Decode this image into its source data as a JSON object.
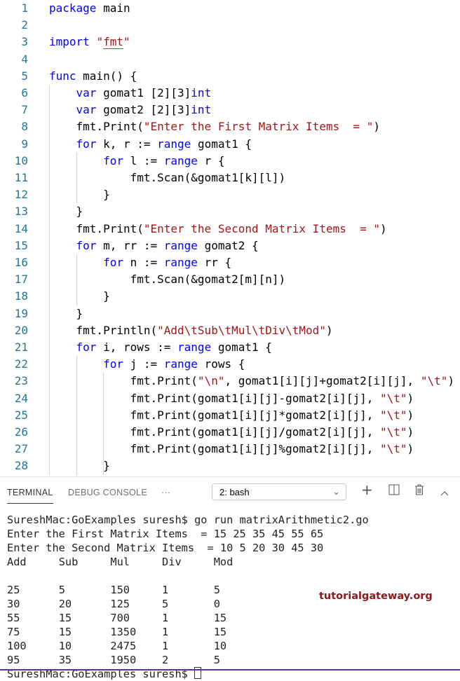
{
  "editor": {
    "lines": [
      [
        [
          "kw",
          "package"
        ],
        [
          "p",
          " main"
        ]
      ],
      [],
      [
        [
          "kw",
          "import"
        ],
        [
          "p",
          " "
        ],
        [
          "str",
          "\""
        ],
        [
          "err",
          "fmt"
        ],
        [
          "str",
          "\""
        ]
      ],
      [],
      [
        [
          "kw",
          "func"
        ],
        [
          "p",
          " main() {"
        ]
      ],
      [
        [
          "p",
          "    "
        ],
        [
          "kw",
          "var"
        ],
        [
          "p",
          " gomat1 [2][3]"
        ],
        [
          "kw",
          "int"
        ]
      ],
      [
        [
          "p",
          "    "
        ],
        [
          "kw",
          "var"
        ],
        [
          "p",
          " gomat2 [2][3]"
        ],
        [
          "kw",
          "int"
        ]
      ],
      [
        [
          "p",
          "    fmt.Print("
        ],
        [
          "str",
          "\"Enter the First Matrix Items  = \""
        ],
        [
          "p",
          ")"
        ]
      ],
      [
        [
          "p",
          "    "
        ],
        [
          "kw",
          "for"
        ],
        [
          "p",
          " k, r := "
        ],
        [
          "kw",
          "range"
        ],
        [
          "p",
          " gomat1 {"
        ]
      ],
      [
        [
          "p",
          "        "
        ],
        [
          "kw",
          "for"
        ],
        [
          "p",
          " l := "
        ],
        [
          "kw",
          "range"
        ],
        [
          "p",
          " r {"
        ]
      ],
      [
        [
          "p",
          "            fmt.Scan(&gomat1[k][l])"
        ]
      ],
      [
        [
          "p",
          "        }"
        ]
      ],
      [
        [
          "p",
          "    }"
        ]
      ],
      [
        [
          "p",
          "    fmt.Print("
        ],
        [
          "str",
          "\"Enter the Second Matrix Items  = \""
        ],
        [
          "p",
          ")"
        ]
      ],
      [
        [
          "p",
          "    "
        ],
        [
          "kw",
          "for"
        ],
        [
          "p",
          " m, rr := "
        ],
        [
          "kw",
          "range"
        ],
        [
          "p",
          " gomat2 {"
        ]
      ],
      [
        [
          "p",
          "        "
        ],
        [
          "kw",
          "for"
        ],
        [
          "p",
          " n := "
        ],
        [
          "kw",
          "range"
        ],
        [
          "p",
          " rr {"
        ]
      ],
      [
        [
          "p",
          "            fmt.Scan(&gomat2[m][n])"
        ]
      ],
      [
        [
          "p",
          "        }"
        ]
      ],
      [
        [
          "p",
          "    }"
        ]
      ],
      [
        [
          "p",
          "    fmt.Println("
        ],
        [
          "str",
          "\"Add\\tSub\\tMul\\tDiv\\tMod\""
        ],
        [
          "p",
          ")"
        ]
      ],
      [
        [
          "p",
          "    "
        ],
        [
          "kw",
          "for"
        ],
        [
          "p",
          " i, rows := "
        ],
        [
          "kw",
          "range"
        ],
        [
          "p",
          " gomat1 {"
        ]
      ],
      [
        [
          "p",
          "        "
        ],
        [
          "kw",
          "for"
        ],
        [
          "p",
          " j := "
        ],
        [
          "kw",
          "range"
        ],
        [
          "p",
          " rows {"
        ]
      ],
      [
        [
          "p",
          "            fmt.Print("
        ],
        [
          "str",
          "\"\\n\""
        ],
        [
          "p",
          ", gomat1[i][j]+gomat2[i][j], "
        ],
        [
          "str",
          "\"\\t\""
        ],
        [
          "p",
          ")"
        ]
      ],
      [
        [
          "p",
          "            fmt.Print(gomat1[i][j]-gomat2[i][j], "
        ],
        [
          "str",
          "\"\\t\""
        ],
        [
          "p",
          ")"
        ]
      ],
      [
        [
          "p",
          "            fmt.Print(gomat1[i][j]*gomat2[i][j], "
        ],
        [
          "str",
          "\"\\t\""
        ],
        [
          "p",
          ")"
        ]
      ],
      [
        [
          "p",
          "            fmt.Print(gomat1[i][j]/gomat2[i][j], "
        ],
        [
          "str",
          "\"\\t\""
        ],
        [
          "p",
          ")"
        ]
      ],
      [
        [
          "p",
          "            fmt.Print(gomat1[i][j]%gomat2[i][j], "
        ],
        [
          "str",
          "\"\\t\""
        ],
        [
          "p",
          ")"
        ]
      ],
      [
        [
          "p",
          "        }"
        ]
      ]
    ]
  },
  "panel": {
    "tabs": [
      "TERMINAL",
      "DEBUG CONSOLE"
    ],
    "more": "···",
    "terminal_select": "2: bash",
    "icons": [
      "chevron-down-icon",
      "plus-icon",
      "split-icon",
      "trash-icon",
      "chevron-up-icon"
    ]
  },
  "terminal": {
    "lines": [
      "SureshMac:GoExamples suresh$ go run matrixArithmetic2.go",
      "Enter the First Matrix Items  = 15 25 35 45 55 65",
      "Enter the Second Matrix Items  = 10 5 20 30 45 30",
      "Add\tSub\tMul\tDiv\tMod",
      "",
      "25\t5\t150\t1\t5",
      "30\t20\t125\t5\t0",
      "55\t15\t700\t1\t15",
      "75\t15\t1350\t1\t15",
      "100\t10\t2475\t1\t10",
      "95\t35\t1950\t2\t5"
    ],
    "prompt": "SureshMac:GoExamples suresh$ "
  },
  "watermark": "tutorialgateway.org"
}
